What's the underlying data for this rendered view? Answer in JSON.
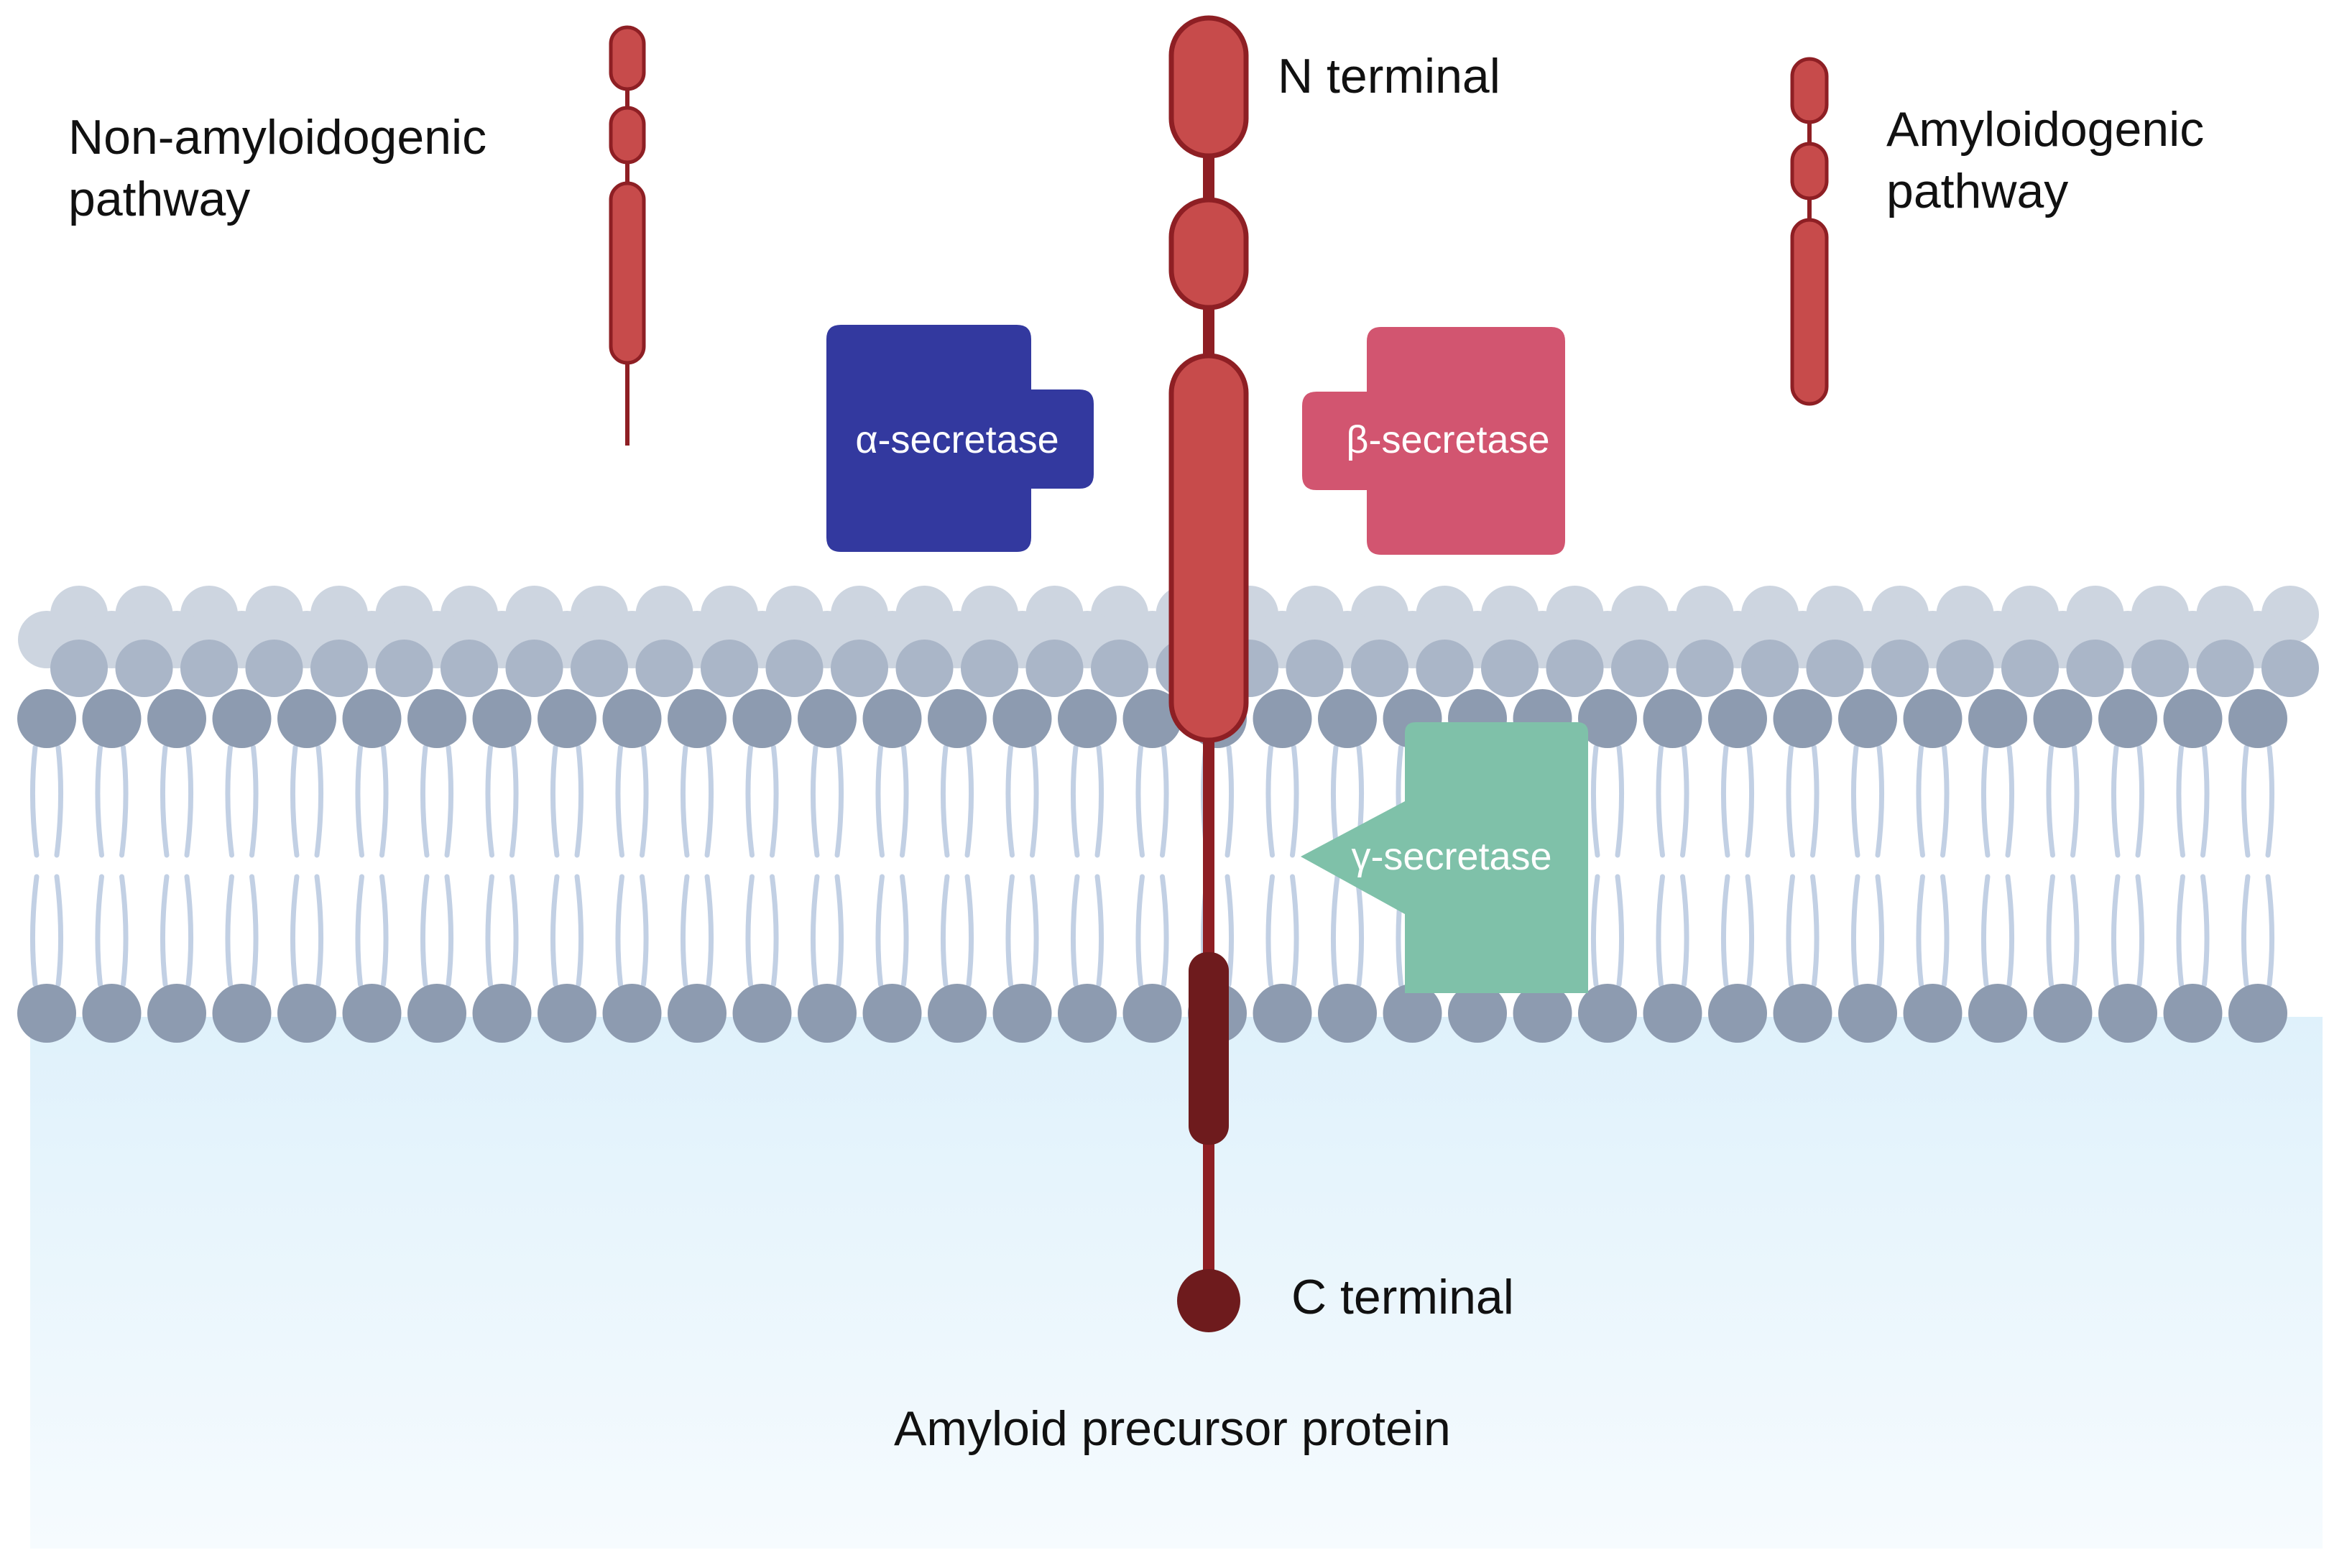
{
  "labels": {
    "non_amyloidogenic": [
      "Non-amyloidogenic",
      "pathway"
    ],
    "amyloidogenic": [
      "Amyloidogenic",
      "pathway"
    ],
    "n_terminal": "N terminal",
    "c_terminal": "C terminal",
    "protein": "Amyloid precursor protein"
  },
  "enzymes": {
    "alpha": {
      "label": "α-secretase",
      "color": "#33399f"
    },
    "beta": {
      "label": "β-secretase",
      "color": "#d25570"
    },
    "gamma": {
      "label": "γ-secretase",
      "color": "#7fc1a9"
    }
  },
  "colors": {
    "protein_fill": "#c74b4b",
    "protein_stroke": "#8e1f24",
    "protein_dark": "#6e1b1d",
    "head_outer": "#cdd5e0",
    "head_mid": "#aab6c8",
    "head_main": "#8d9bb0",
    "tail": "#c2d0e4",
    "cytoplasm_top": "#dff1fb",
    "cytoplasm_bottom": "#f6fbfe"
  }
}
